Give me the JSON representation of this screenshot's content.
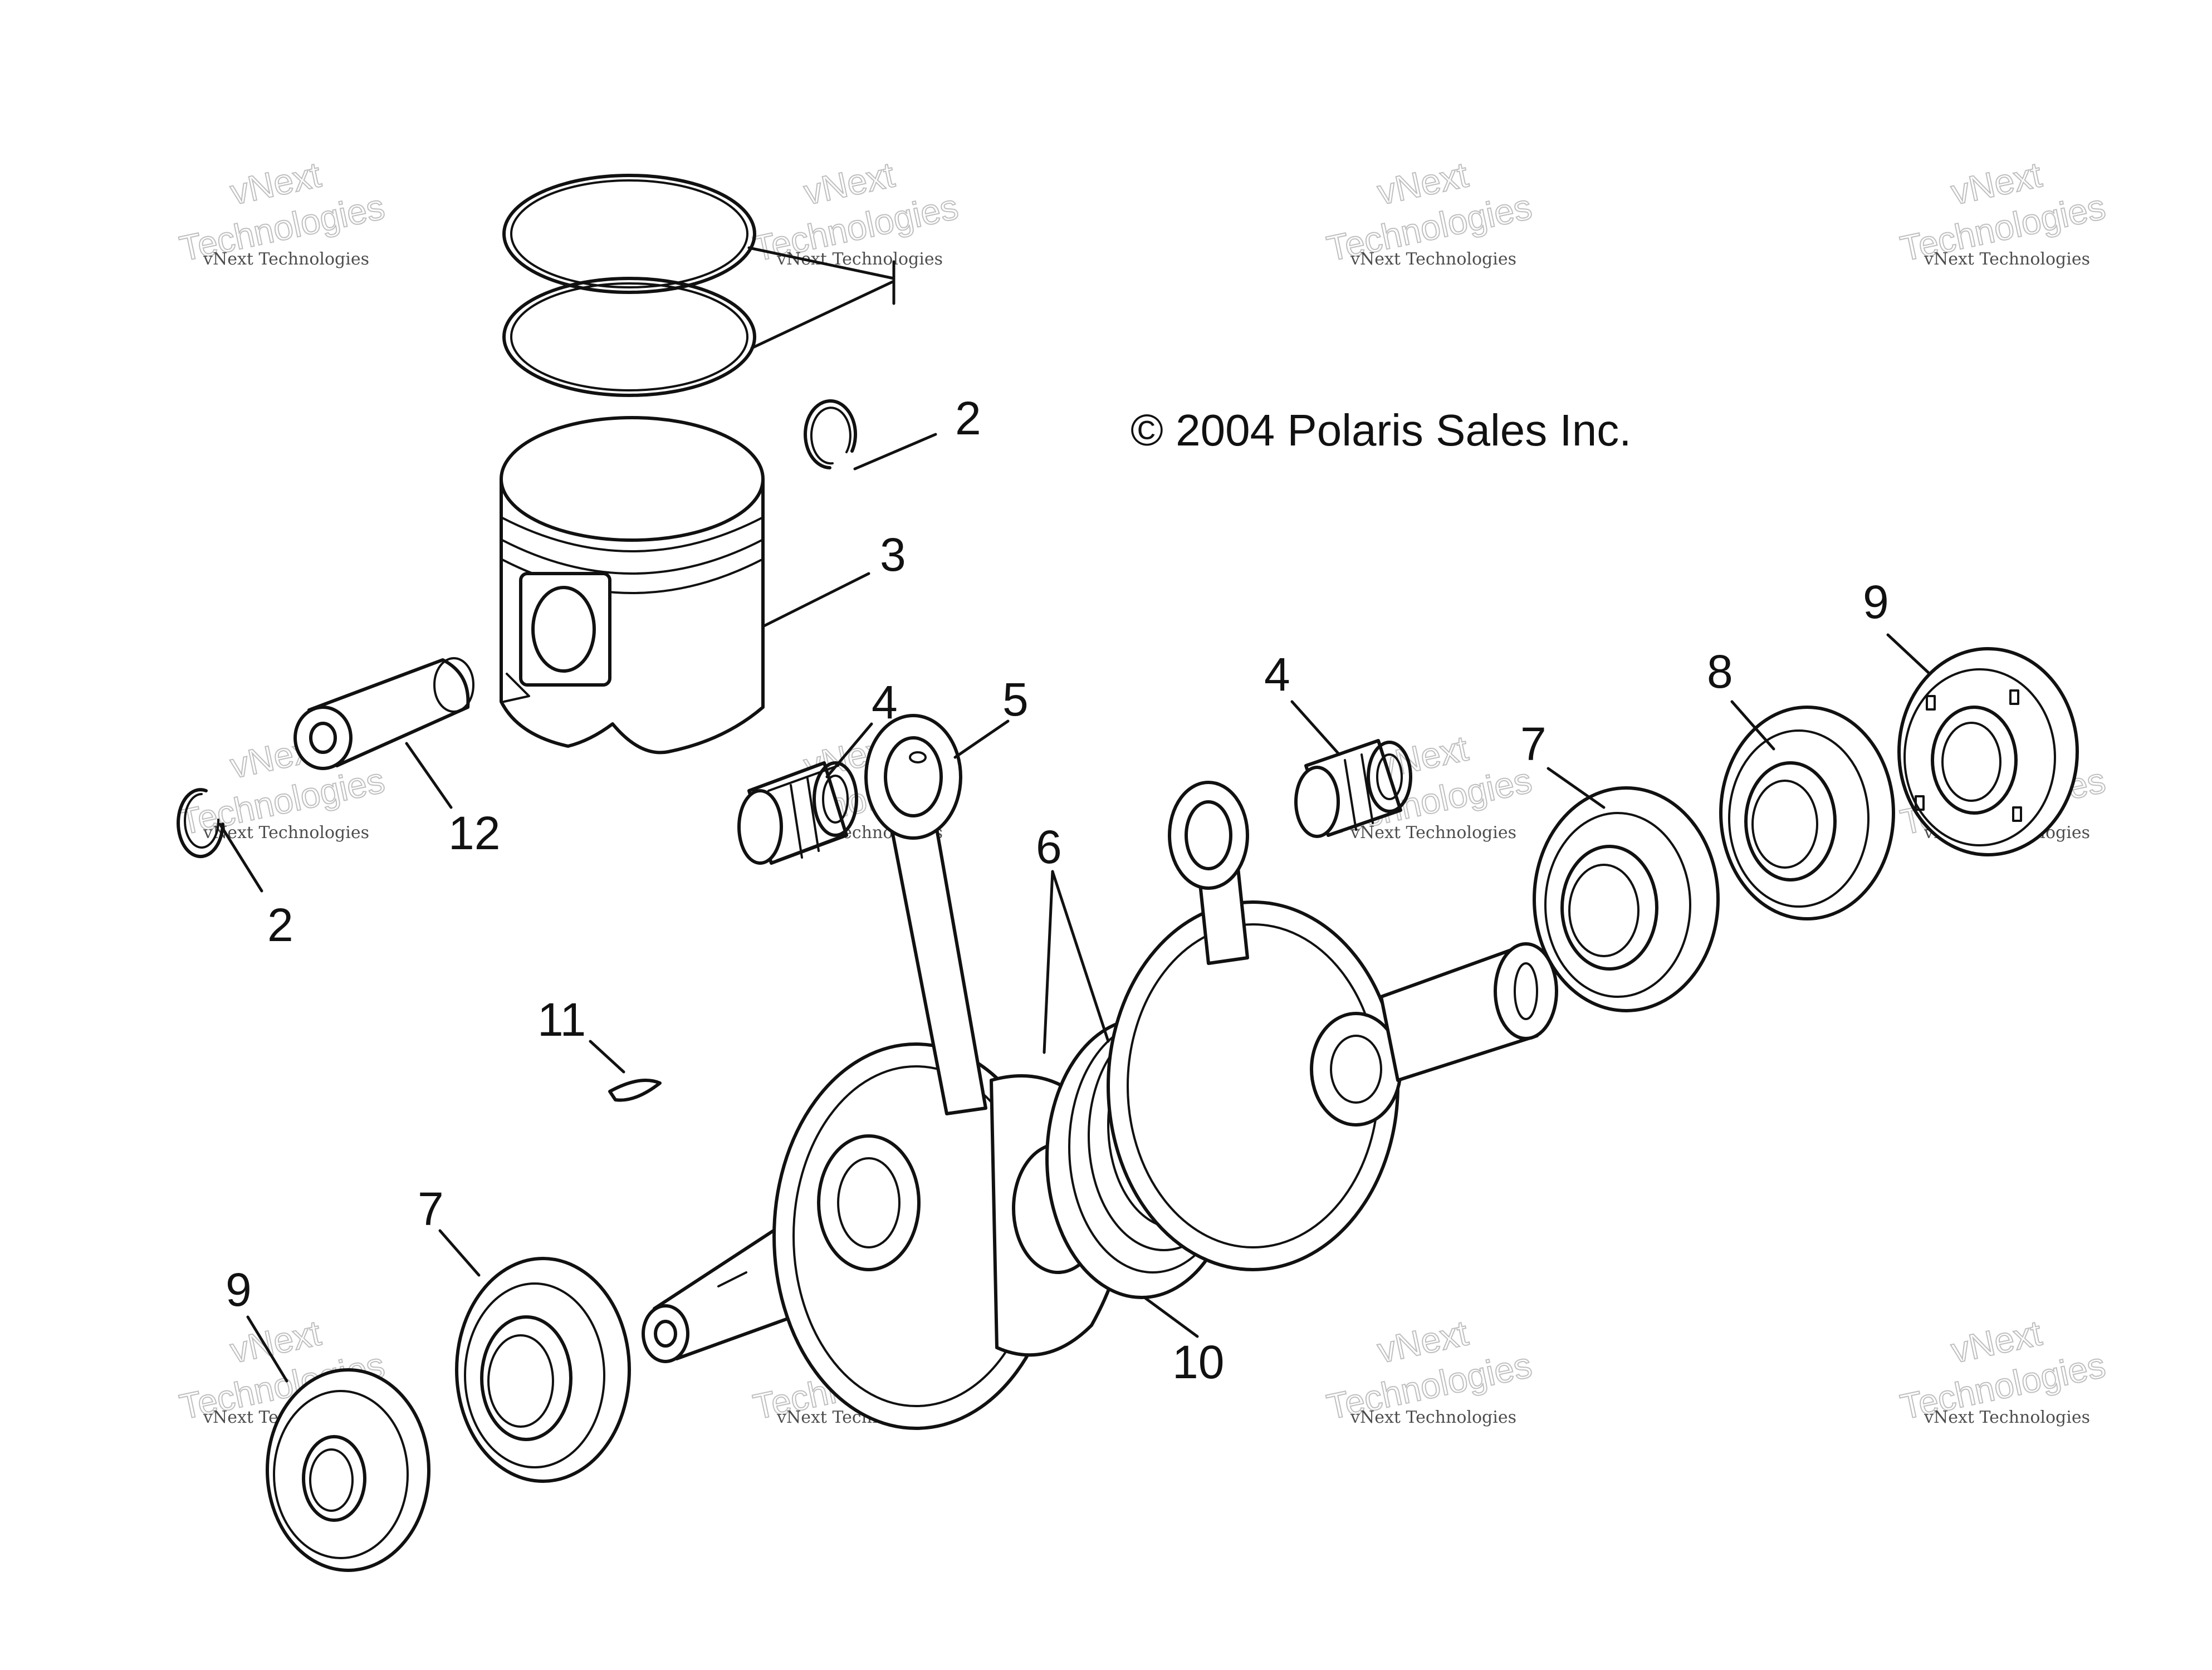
{
  "copyright": "© 2004 Polaris Sales Inc.",
  "callouts": [
    {
      "id": "c2a",
      "label": "2"
    },
    {
      "id": "c3",
      "label": "3"
    },
    {
      "id": "c12",
      "label": "12"
    },
    {
      "id": "c2b",
      "label": "2"
    },
    {
      "id": "c4a",
      "label": "4"
    },
    {
      "id": "c5",
      "label": "5"
    },
    {
      "id": "c6",
      "label": "6"
    },
    {
      "id": "c4b",
      "label": "4"
    },
    {
      "id": "c7a",
      "label": "7"
    },
    {
      "id": "c8",
      "label": "8"
    },
    {
      "id": "c9a",
      "label": "9"
    },
    {
      "id": "c11",
      "label": "11"
    },
    {
      "id": "c7b",
      "label": "7"
    },
    {
      "id": "c9b",
      "label": "9"
    },
    {
      "id": "c10",
      "label": "10"
    }
  ],
  "watermark": {
    "small": "vNext Technologies",
    "big_top": "vNext",
    "big_bottom": "Technologies"
  }
}
